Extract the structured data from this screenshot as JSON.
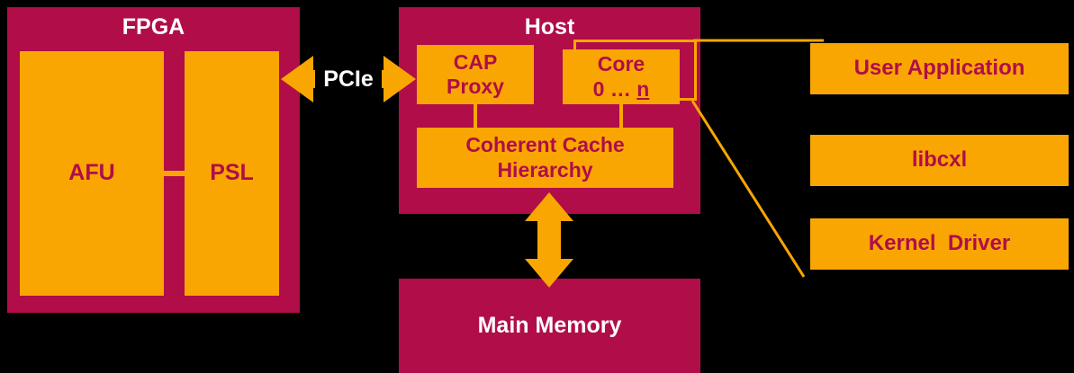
{
  "colors": {
    "background": "#000000",
    "crimson": "#B00D49",
    "orange": "#F9A602",
    "white": "#FFFFFF"
  },
  "fpga": {
    "title": "FPGA",
    "afu": "AFU",
    "psl": "PSL"
  },
  "pcie_label": "PCIe",
  "host": {
    "title": "Host",
    "cap_proxy": {
      "line1": "CAP",
      "line2": "Proxy"
    },
    "core": {
      "line1": "Core",
      "line2_prefix": "0 … ",
      "line2_n": "n"
    },
    "cache": {
      "line1": "Coherent Cache",
      "line2": "Hierarchy"
    }
  },
  "main_memory": "Main Memory",
  "software_stack": {
    "user_application": "User Application",
    "libcxl": "libcxl",
    "kernel_driver": "Kernel  Driver"
  }
}
